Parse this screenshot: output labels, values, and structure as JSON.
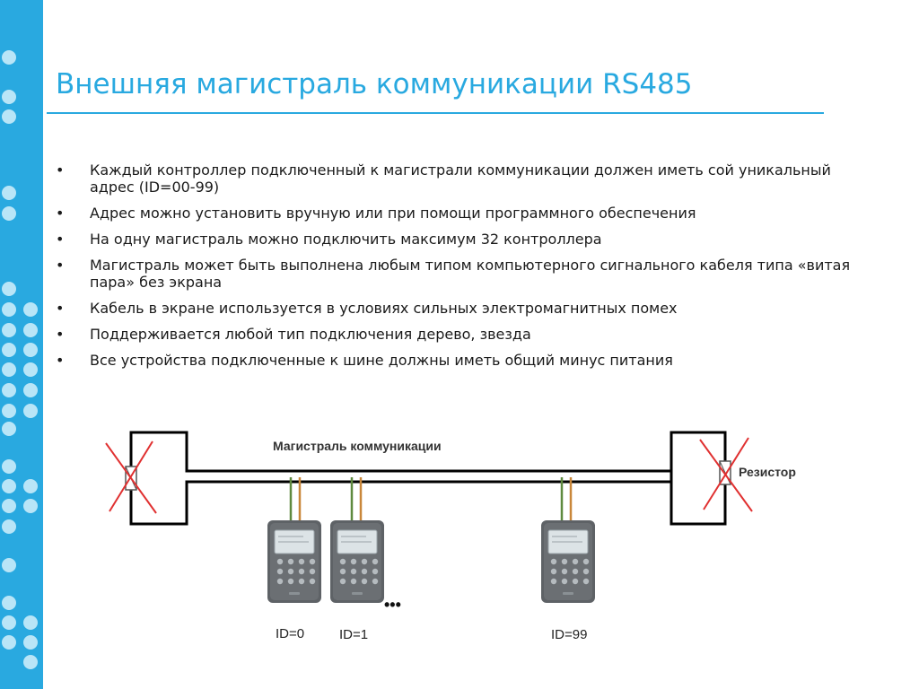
{
  "slide": {
    "title": "Внешняя магистраль коммуникации RS485",
    "accent_color": "#29A9E0",
    "bullets": [
      "Каждый контроллер подключенный к магистрали коммуникации должен иметь сой уникальный адрес (ID=00-99)",
      "Адрес можно установить вручную или при помощи программного обеспечения",
      "На одну магистраль можно подключить максимум 32 контроллера",
      "Магистраль может быть выполнена любым типом компьютерного сигнального кабеля типа «витая пара» без экрана",
      "Кабель в экране используется в условиях сильных электромагнитных помех",
      "Поддерживается любой тип подключения дерево, звезда",
      "Все устройства подключенные к шине должны иметь общий минус питания"
    ]
  },
  "diagram": {
    "bus_label": "Магистраль коммуникации",
    "resistor_label": "Резистор",
    "ellipsis": "•••",
    "controllers": [
      {
        "id_label": "ID=0"
      },
      {
        "id_label": "ID=1"
      },
      {
        "id_label": "ID=99"
      }
    ],
    "colors": {
      "wire_green": "#5F8A3F",
      "wire_orange": "#C9873A",
      "cross_red": "#E03030",
      "device_body": "#5E6266",
      "screen": "#DCE3E6"
    }
  }
}
